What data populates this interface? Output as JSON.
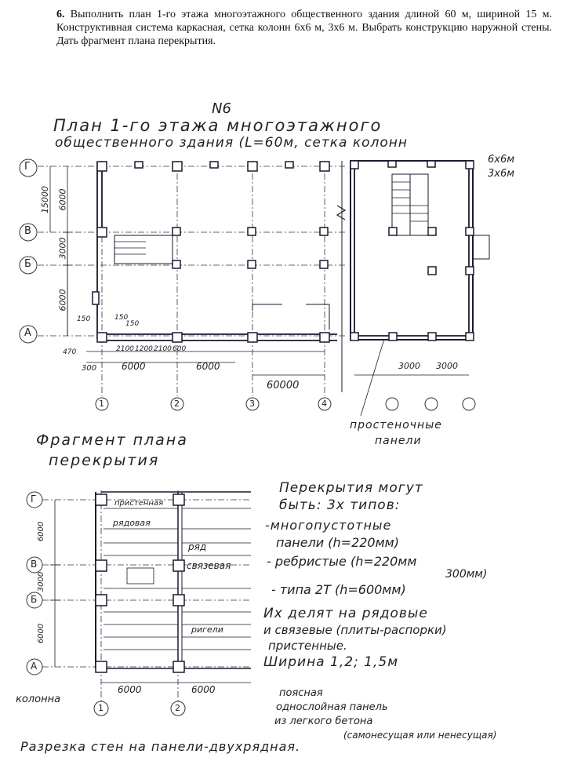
{
  "task": {
    "number": "6.",
    "text": "Выполнить план 1-го этажа многоэтажного общественного здания длиной 60 м, шириной 15 м. Конструктивная система каркасная, сетка колонн 6х6 м, 3х6 м. Выбрать конструкцию наружной стены. Дать фрагмент плана перекрытия."
  },
  "plan": {
    "number": "N6",
    "title_line1": "План 1-го этажа многоэтажного",
    "title_line2": "общественного здания (L=60м, сетка колонн",
    "grid_note1": "6х6м",
    "grid_note2": "3х6м",
    "axes_letters": [
      "Г",
      "В",
      "Б",
      "А"
    ],
    "axes_numbers": [
      "1",
      "2",
      "3",
      "4"
    ],
    "dims_vertical": [
      "15000",
      "6000",
      "3000",
      "6000"
    ],
    "dims_small": [
      "150",
      "150",
      "150",
      "470"
    ],
    "dims_bottom_small": [
      "2100",
      "1200",
      "2100",
      "600"
    ],
    "dims_bottom": [
      "300",
      "6000",
      "6000"
    ],
    "dim_total": "60000",
    "dims_right": [
      "3000",
      "3000"
    ],
    "callout_line1": "простеночные",
    "callout_line2": "панели"
  },
  "fragment": {
    "title_line1": "Фрагмент плана",
    "title_line2": "перекрытия",
    "axes_letters": [
      "Г",
      "В",
      "Б",
      "А"
    ],
    "axes_numbers": [
      "1",
      "2"
    ],
    "dims_vertical": [
      "6000",
      "3000",
      "6000"
    ],
    "dims_bottom": [
      "6000",
      "6000"
    ],
    "panel_labels": [
      "пристенная",
      "рядовая",
      "ряд",
      "связевая",
      "ригели"
    ],
    "column_label": "колонна"
  },
  "notes": {
    "line1": "Перекрытия могут",
    "line2": "быть: 3х типов:",
    "line3": "-многопустотные",
    "line4": "панели (h=220мм)",
    "line5": "- ребристые (h=220мм",
    "line6": "300мм)",
    "line7": "- типа 2Т (h=600мм)",
    "line8": "Их делят на рядовые",
    "line9": "и связевые (плиты-распорки)",
    "line10": "пристенные.",
    "line11": "Ширина 1,2; 1,5м"
  },
  "wall_note": {
    "line1": "поясная",
    "line2": "однослойная панель",
    "line3": "из легкого бетона",
    "line4": "(самонесущая или ненесущая)"
  },
  "bottom_note": "Разрезка стен на панели-двухрядная."
}
